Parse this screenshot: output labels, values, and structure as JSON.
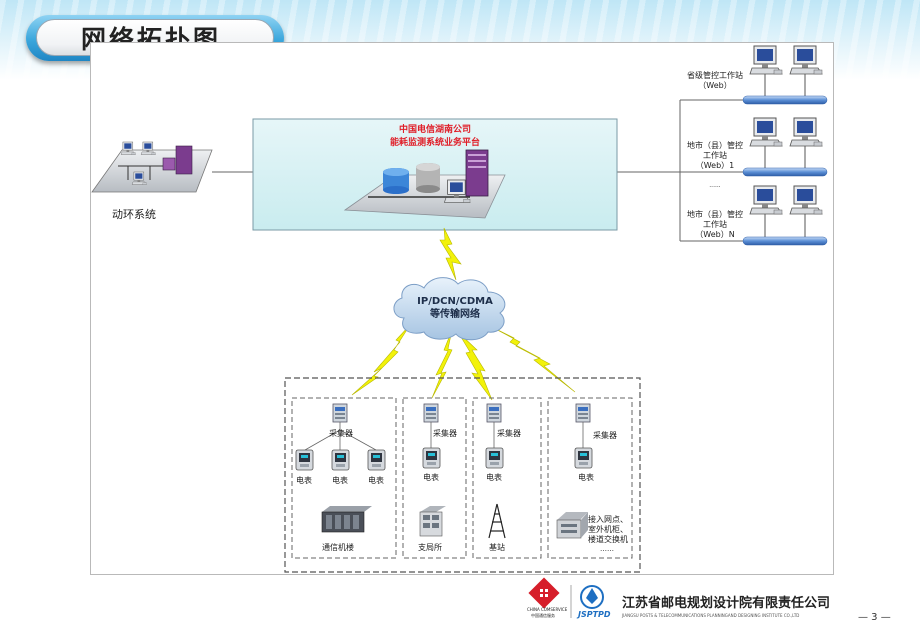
{
  "slide": {
    "title": "网络拓扑图",
    "page_number": "— 3 —"
  },
  "platform": {
    "line1": "中国电信湖南公司",
    "line2": "能耗监测系统业务平台"
  },
  "left_system": {
    "label": "动环系统"
  },
  "network": {
    "line1": "IP/DCN/CDMA",
    "line2": "等传输网络"
  },
  "workstations": [
    {
      "line1": "省级管控工作站",
      "line2": "（Web）"
    },
    {
      "line1": "地市（县）管控",
      "line2": "工作站",
      "line3": "（Web）1"
    },
    {
      "line1": "地市（县）管控",
      "line2": "工作站",
      "line3": "（Web）N"
    }
  ],
  "workstation_ellipsis": "......",
  "sites": {
    "collector": "采集器",
    "meter": "电表",
    "telecom_room": "通信机楼",
    "branch_office": "支局所",
    "base_station": "基站",
    "access_line1": "接入网点、",
    "access_line2": "室外机柜、",
    "access_line3": "楼道交换机",
    "access_ellipsis": "……"
  },
  "footer": {
    "logo_left_caption1": "CHINA COMSERVICE",
    "logo_left_caption2": "中国通信服务",
    "logo_right_caption": "JSPTPD",
    "company_cn": "江苏省邮电规划设计院有限责任公司",
    "company_en": "JIANGSU POSTS & TELECOMMUNICATIONS PLANNINGAND DESIGNING INSTITUTE CO.,LTD"
  },
  "colors": {
    "platform_title": "#e0202a",
    "pill": "#2b95d0",
    "lightning": "#f2f20a",
    "pipe": "#5b8fd6"
  }
}
